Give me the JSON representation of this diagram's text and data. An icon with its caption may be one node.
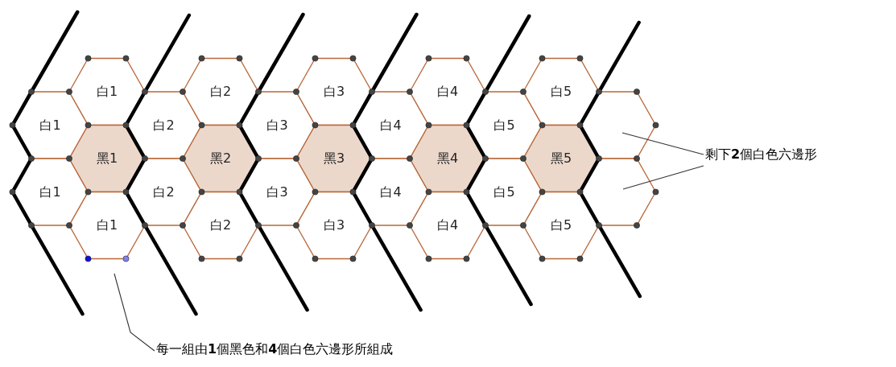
{
  "diagram": {
    "nodes": [
      {
        "text": [
          "白1"
        ]
      },
      {
        "text": [
          "白1"
        ]
      },
      {
        "text": [
          "白1"
        ]
      },
      {
        "text": [
          "黑1"
        ]
      },
      {
        "text": [
          "白1"
        ]
      },
      {
        "text": [
          "白2"
        ]
      },
      {
        "text": [
          "白2"
        ]
      },
      {
        "text": [
          "白2"
        ]
      },
      {
        "text": [
          "黑2"
        ]
      },
      {
        "text": [
          "白2"
        ]
      },
      {
        "text": [
          "白3"
        ]
      },
      {
        "text": [
          "白3"
        ]
      },
      {
        "text": [
          "白3"
        ]
      },
      {
        "text": [
          "黑3"
        ]
      },
      {
        "text": [
          "白3"
        ]
      },
      {
        "text": [
          "白4"
        ]
      },
      {
        "text": [
          "白4"
        ]
      },
      {
        "text": [
          "白4"
        ]
      },
      {
        "text": [
          "黑4"
        ]
      },
      {
        "text": [
          "白4"
        ]
      },
      {
        "text": [
          "白5"
        ]
      },
      {
        "text": [
          "白5"
        ]
      },
      {
        "text": [
          "白5"
        ]
      },
      {
        "text": [
          "黑5"
        ]
      },
      {
        "text": [
          "白5"
        ]
      },
      {
        "text": [],
        "shape": "hexagon"
      },
      {
        "text": [],
        "shape": "hexagon"
      },
      {
        "text": [
          "剩下**2**個白色六邊形"
        ]
      },
      {
        "text": [
          "每一組由**1**個黑色和**4**個白色六邊形所組成"
        ]
      }
    ],
    "edges": [
      {
        "from": 27,
        "to": 25,
        "arrow": "none"
      },
      {
        "from": 27,
        "to": 26,
        "arrow": "none"
      },
      {
        "from": 28,
        "to": null,
        "arrow": "none"
      }
    ]
  }
}
